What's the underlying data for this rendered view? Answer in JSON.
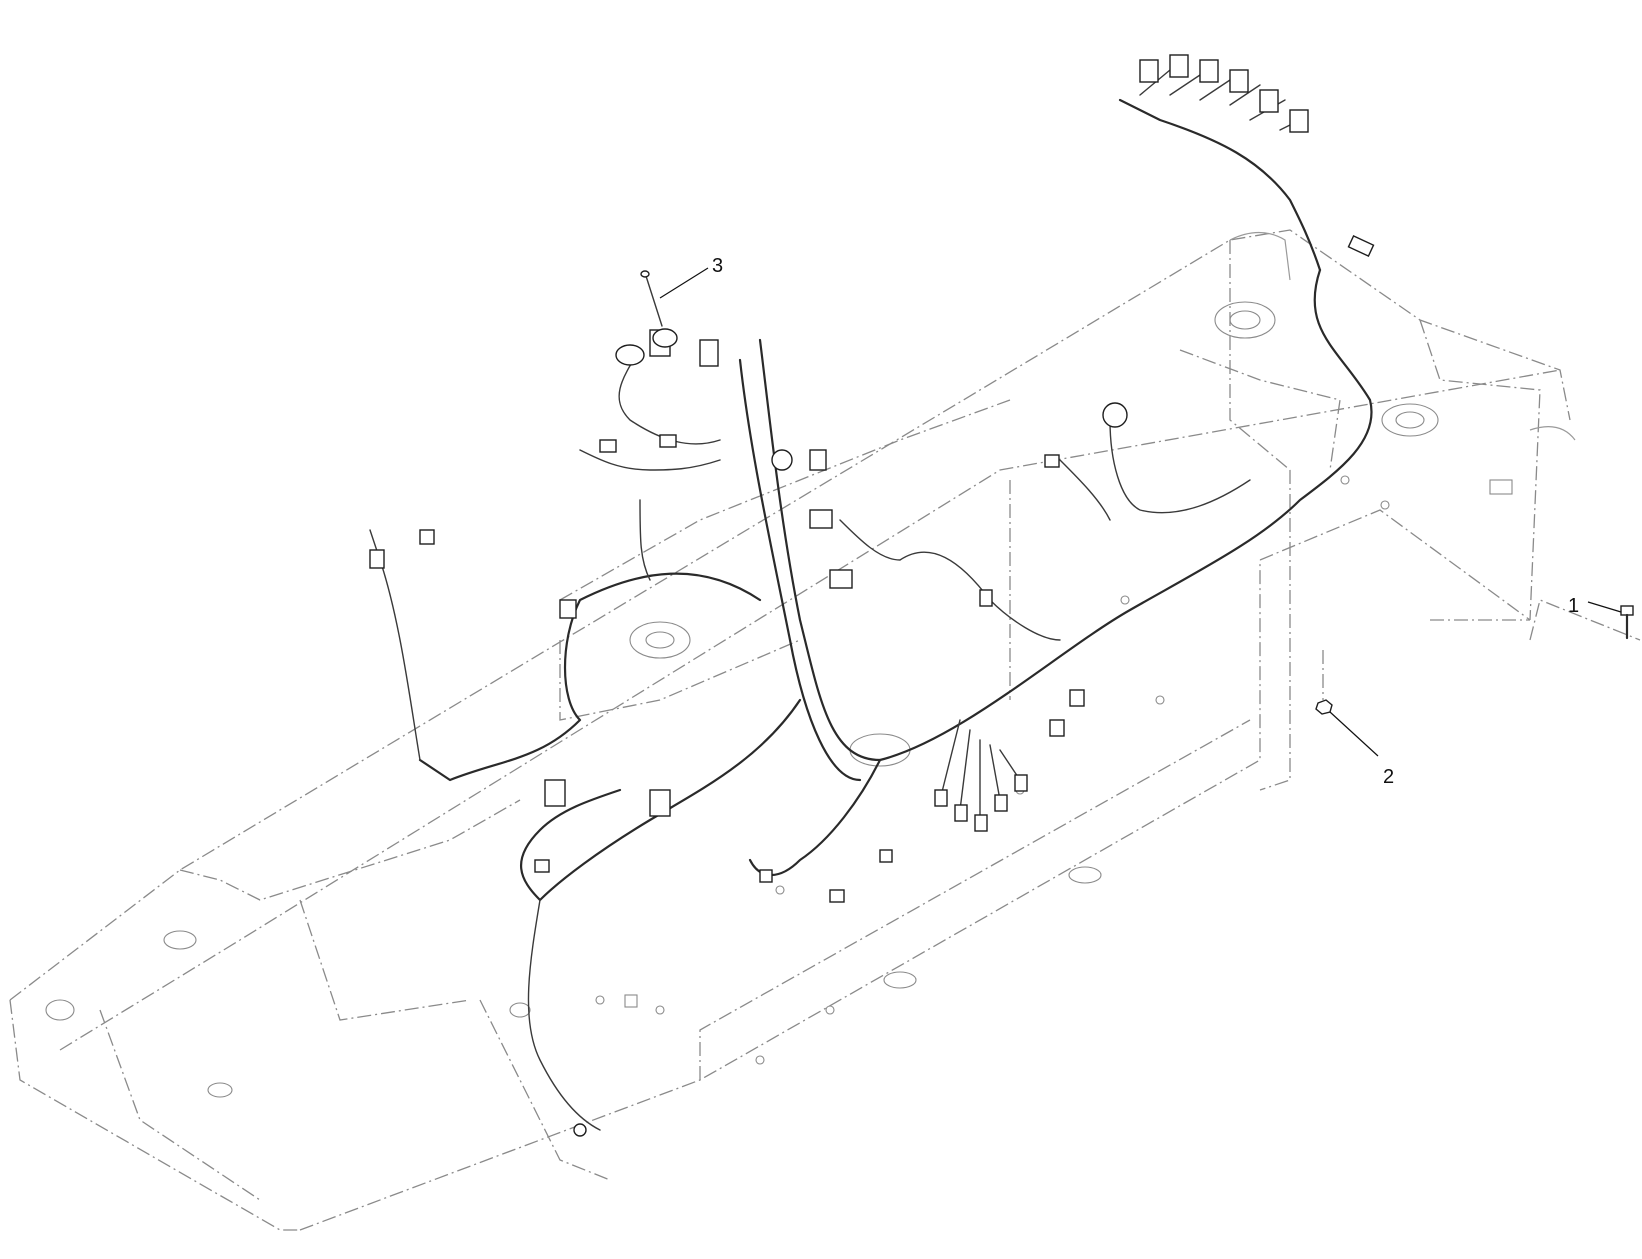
{
  "callouts": [
    {
      "label": "1"
    },
    {
      "label": "2"
    },
    {
      "label": "3"
    }
  ],
  "colors": {
    "frame": "#8a8a8a",
    "harness": "#2a2a2a",
    "background": "#ffffff"
  }
}
